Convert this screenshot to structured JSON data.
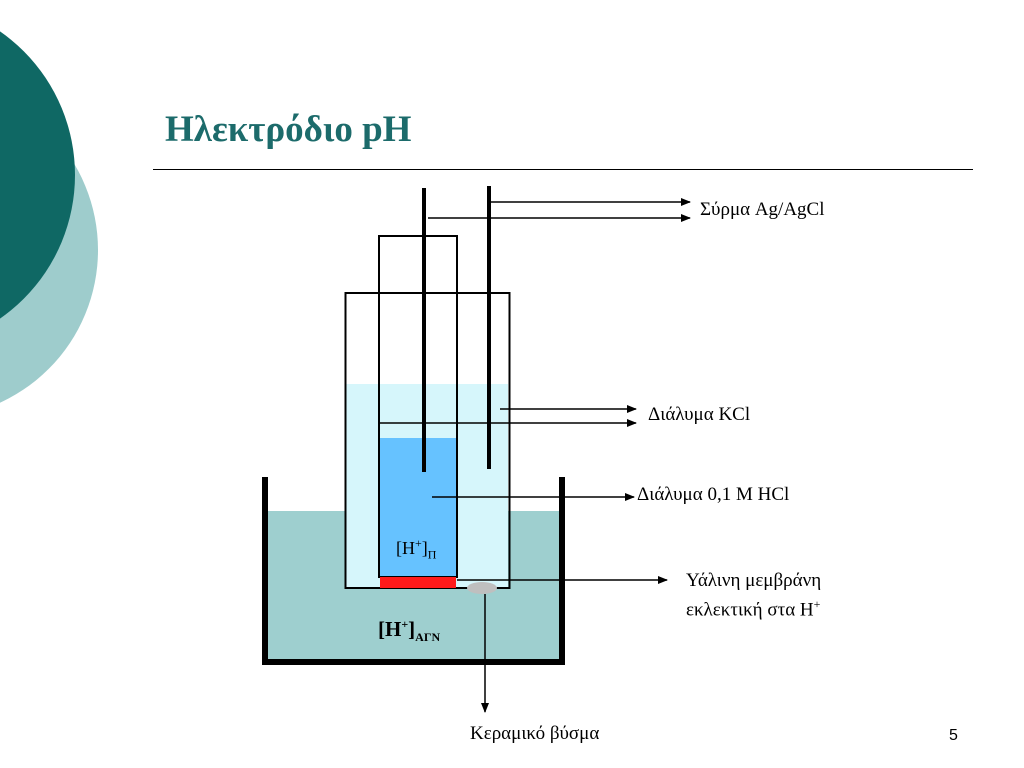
{
  "slide": {
    "title": "Ηλεκτρόδιο pH",
    "page_number": "5"
  },
  "labels": {
    "wire": "Σύρμα Ag/AgCl",
    "kcl": "Διάλυμα KCl",
    "hcl": "Διάλυμα 0,1 M HCl",
    "membrane_line1": "Υάλινη μεμβράνη",
    "membrane_line2_text": "εκλεκτική στα H",
    "membrane_line2_sup": "+",
    "inner_ion_base": "[H",
    "inner_ion_sup": "+",
    "inner_ion_close": "]",
    "inner_ion_sub": "Π",
    "outer_ion_base": "[H",
    "outer_ion_sup": "+",
    "outer_ion_close": "]",
    "outer_ion_sub": "ΑΓΝ",
    "ceramic": "Κεραμικό βύσμα"
  },
  "colors": {
    "title": "#1c6b6b",
    "deco_dark": "#0f6864",
    "deco_light": "#9ecccc",
    "beaker_liquid": "#9ecfcf",
    "kcl_solution": "#d6f6fb",
    "hcl_solution": "#66c2ff",
    "membrane": "#ff1a1a",
    "ceramic_plug": "#bfbfbf"
  }
}
